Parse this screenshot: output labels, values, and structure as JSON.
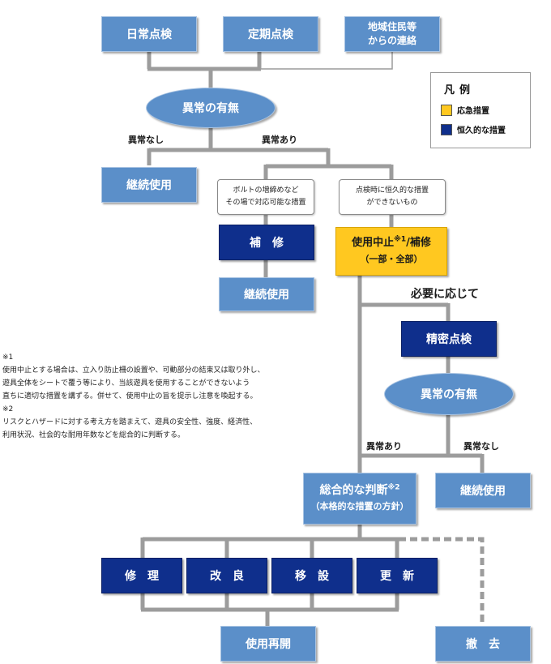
{
  "nodes": {
    "daily": "日常点検",
    "periodic": "定期点検",
    "resident_line1": "地域住民等",
    "resident_line2": "からの連絡",
    "abnormal1": "異常の有無",
    "continue1": "継続使用",
    "bolt_line1": "ボルトの増締めなど",
    "bolt_line2": "その場で対応可能な措置",
    "repair_small": "補　修",
    "continue2": "継続使用",
    "cannot_line1": "点検時に恒久的な措置",
    "cannot_line2": "ができないもの",
    "stop_main": "使用中止",
    "stop_mark": "※1",
    "stop_tail": "/補修",
    "stop_sub": "（一部・全部）",
    "detailed": "精密点検",
    "abnormal2": "異常の有無",
    "continue3": "継続使用",
    "judge_main": "総合的な判断",
    "judge_mark": "※2",
    "judge_sub": "（本格的な措置の方針）",
    "fix": "修　理",
    "improve": "改　良",
    "relocate": "移　設",
    "renew": "更　新",
    "reopen": "使用再開",
    "remove": "撤　去"
  },
  "labels": {
    "no_abnormal1": "異常なし",
    "abnormal_yes1": "異常あり",
    "as_needed": "必要に応じて",
    "abnormal_yes2": "異常あり",
    "no_abnormal2": "異常なし"
  },
  "legend": {
    "title": "凡例",
    "emergency": "応急措置",
    "permanent": "恒久的な措置",
    "emergency_color": "#ffc820",
    "permanent_color": "#0f2f8c"
  },
  "notes": [
    "※1",
    "使用中止とする場合は、立入り防止柵の設置や、可動部分の結束又は取り外し、",
    "遊具全体をシートで覆う等により、当該遊具を使用することができないよう",
    "直ちに適切な措置を講ずる。併せて、使用中止の旨を提示し注意を喚起する。",
    "※2",
    "リスクとハザードに対する考え方を踏まえて、遊具の安全性、強度、経済性、",
    "利用状況、社会的な耐用年数などを総合的に判断する。"
  ]
}
